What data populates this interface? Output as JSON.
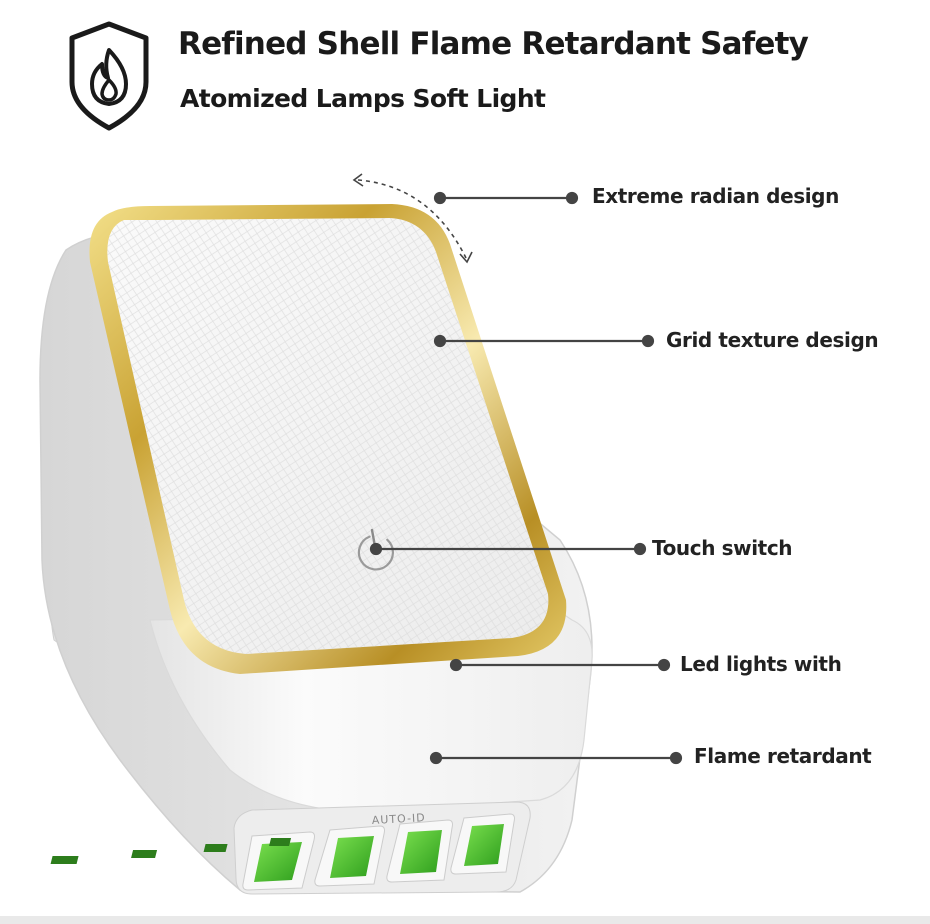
{
  "header": {
    "title": "Refined Shell Flame Retardant Safety",
    "subtitle": "Atomized Lamps Soft Light",
    "icon": "flame-shield-icon"
  },
  "product": {
    "port_label": "AUTO-ID",
    "usb_port_count": 4,
    "colors": {
      "shell": "#f4f4f4",
      "gold_trim": "#d4b44a",
      "usb_green": "#52c234",
      "callout_line": "#444444"
    }
  },
  "callouts": [
    {
      "label": "Extreme radian design"
    },
    {
      "label": "Grid texture design"
    },
    {
      "label": "Touch switch"
    },
    {
      "label": "Led lights with"
    },
    {
      "label": "Flame retardant"
    }
  ]
}
